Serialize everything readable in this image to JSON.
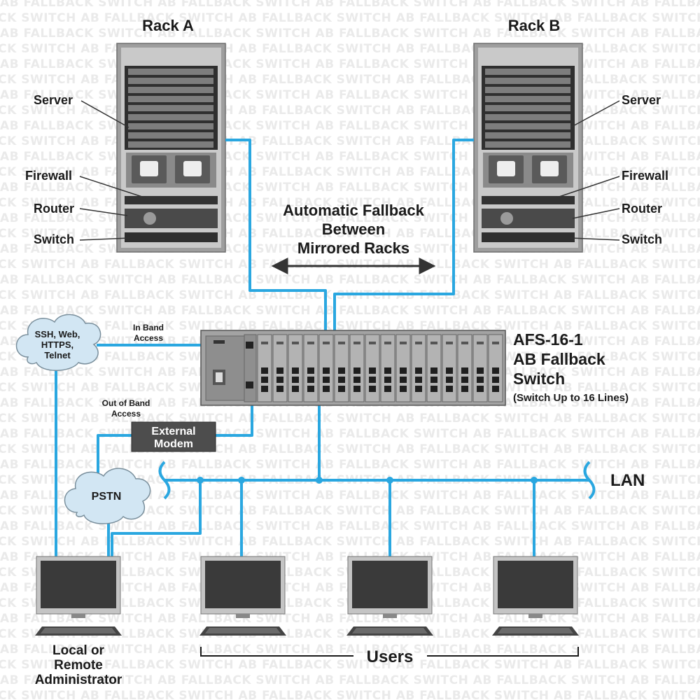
{
  "watermark": {
    "text": "AB FALLBACK SWITCH"
  },
  "racks": {
    "a": {
      "title": "Rack A"
    },
    "b": {
      "title": "Rack B"
    },
    "labels": {
      "server": "Server",
      "firewall": "Firewall",
      "router": "Router",
      "switch": "Switch"
    }
  },
  "fallback": {
    "line1": "Automatic Fallback",
    "line2": "Between",
    "line3": "Mirrored Racks"
  },
  "device": {
    "model": "AFS-16-1",
    "name_line1": "AB Fallback",
    "name_line2": "Switch",
    "note": "(Switch Up to 16 Lines)"
  },
  "access": {
    "in_band_line1": "In Band",
    "in_band_line2": "Access",
    "out_band_line1": "Out of Band",
    "out_band_line2": "Access"
  },
  "cloud": {
    "line1": "SSH, Web,",
    "line2": "HTTPS,",
    "line3": "Telnet",
    "pstn": "PSTN"
  },
  "modem": {
    "line1": "External",
    "line2": "Modem"
  },
  "lan": {
    "label": "LAN"
  },
  "admin": {
    "line1": "Local or",
    "line2": "Remote",
    "line3": "Administrator"
  },
  "users": {
    "label": "Users"
  },
  "colors": {
    "cable": "#2aa7e0",
    "frame": "#a9a9a9",
    "device": "#a3a3a3",
    "dark": "#3a3a3a"
  }
}
